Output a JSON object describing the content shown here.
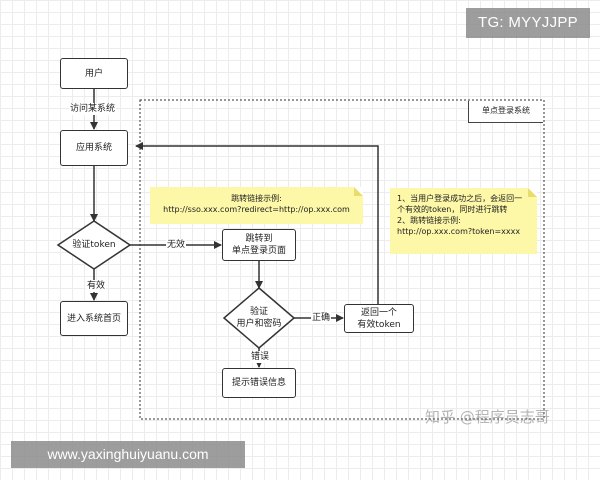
{
  "nodes": {
    "user": "用户",
    "app_system": "应用系统",
    "verify_token": "验证token",
    "enter_home": "进入系统首页",
    "redirect_line1": "跳转到",
    "redirect_line2": "单点登录页面",
    "verify_user_line1": "验证",
    "verify_user_line2": "用户和密码",
    "error_info": "提示错误信息",
    "return_line1": "返回一个",
    "return_line2": "有效token"
  },
  "edges": {
    "visit": "访问某系统",
    "invalid": "无效",
    "valid": "有效",
    "correct": "正确",
    "error": "错误"
  },
  "sso_region_label": "单点登录系统",
  "notes": {
    "redirect_example_title": "跳转链接示例:",
    "redirect_example_url": "http://sso.xxx.com?redirect=http://op.xxx.com",
    "success_line1": "1、当用户登录成功之后，会返回一",
    "success_line2": "个有效的token，同时进行跳转",
    "success_line3": "2、跳转链接示例:",
    "success_line4": "http://op.xxx.com?token=xxxx"
  },
  "badges": {
    "top": "TG: MYYJJPP",
    "bottom": "www.yaxinghuiyuanu.com"
  },
  "watermark": "知乎 @程序员志哥",
  "colors": {
    "note_fill": "#fdf7a8",
    "line": "#333333"
  }
}
